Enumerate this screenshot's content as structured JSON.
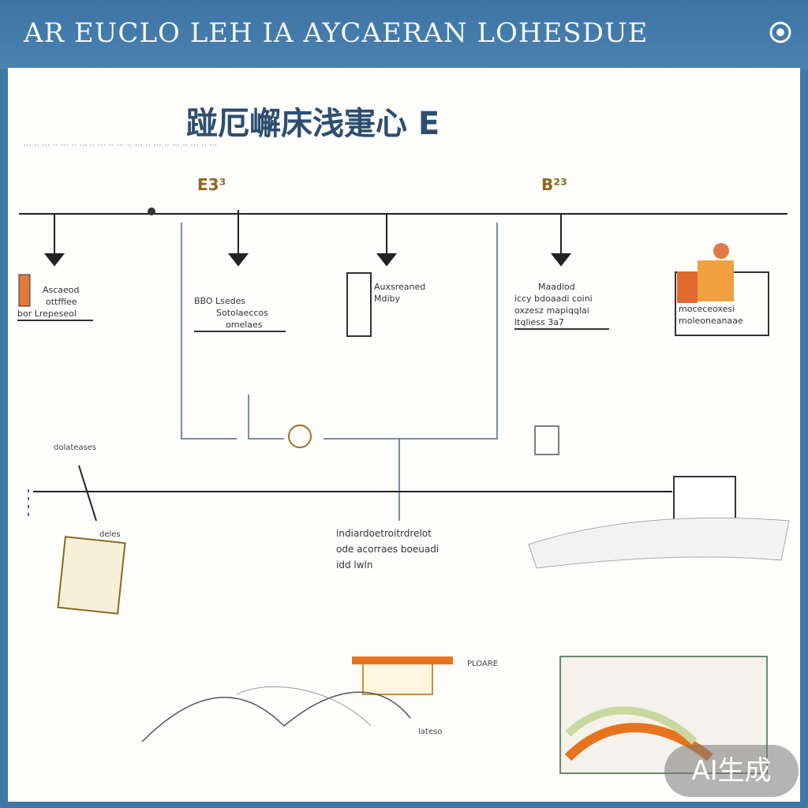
{
  "header": {
    "title": "AR EUCLO LEH IA AYCAERAN LOHESDUE",
    "icon": "gear-icon"
  },
  "diagram": {
    "title": "踫厄嶰床浅寁心 E",
    "subtitle_strip": "··· ·· ··· ·· ··· ·· ··· ·· ··· ·· ··· ·· ··· ·· ··· ·· ··· ·· ··· ·· ···",
    "phase_left": "E3³",
    "phase_right": "B²³",
    "boxes": [
      {
        "lines": [
          "Ascaeod",
          "ottffiee",
          "bor Lrepeseol"
        ]
      },
      {
        "lines": [
          "BBO Lsedes",
          "Sotolaeccos",
          "omelaes"
        ]
      },
      {
        "lines": [
          "Auxsreaned",
          "Mdiby"
        ]
      },
      {
        "lines": [
          "Maadiod",
          "iccy bdoaadi coini",
          "oxzesz mapiqqlai",
          "ltqliess 3a7"
        ]
      },
      {
        "lines": [
          "moceceoxesi",
          "moleoneanaae"
        ]
      }
    ],
    "center_text": [
      "indiardoetroitrdrelot",
      "ode acorraes boeuadi",
      "idd              lwln"
    ],
    "small_labels": [
      "dolateases",
      "deles",
      "lateso",
      "PLOARE"
    ]
  },
  "badge": {
    "text": "AI生成"
  }
}
